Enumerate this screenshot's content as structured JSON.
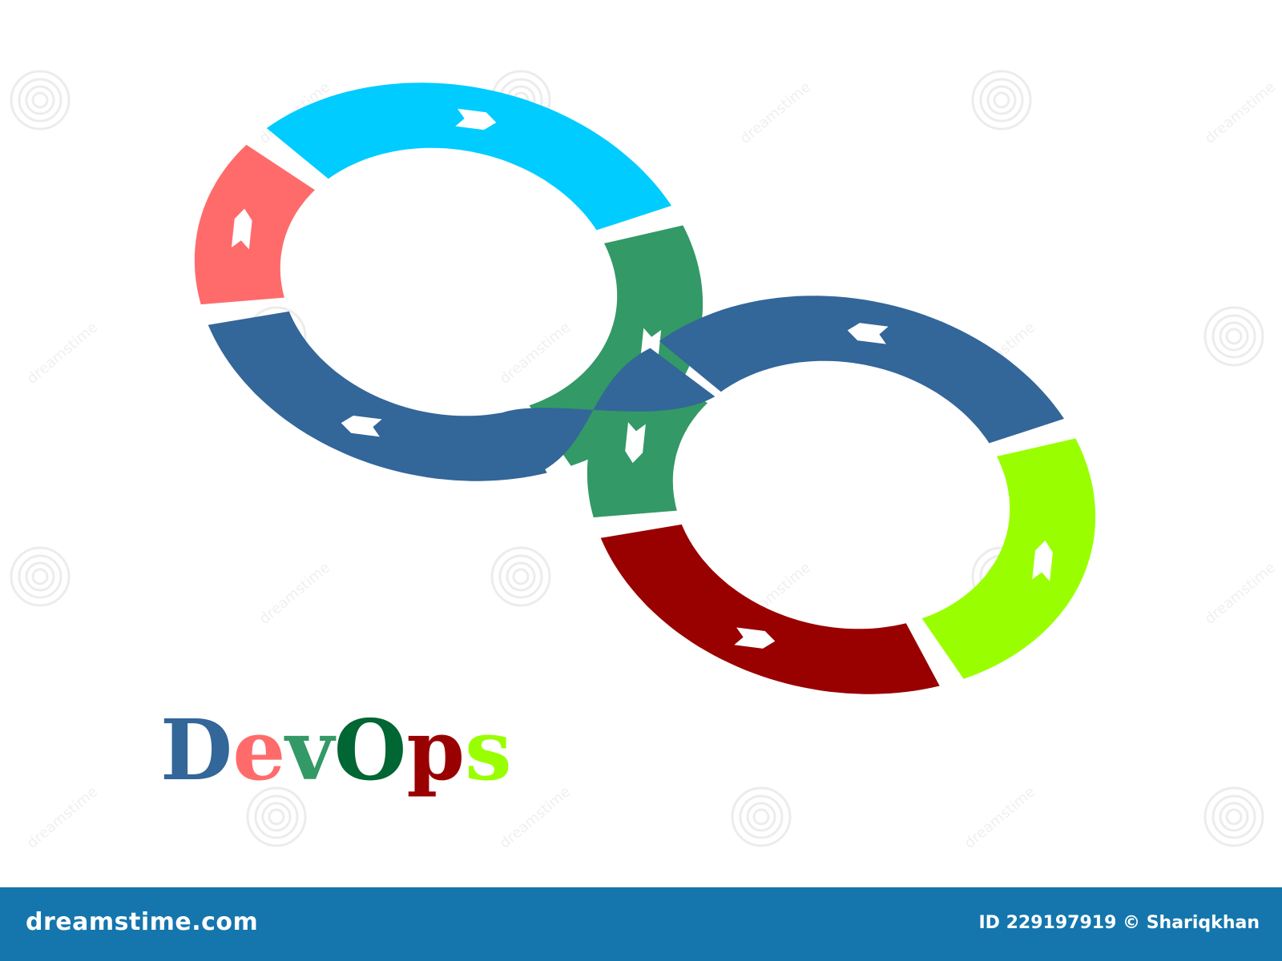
{
  "title": {
    "letters": [
      {
        "char": "D",
        "color": "#336699"
      },
      {
        "char": "e",
        "color": "#ff6b6b"
      },
      {
        "char": "v",
        "color": "#339966"
      },
      {
        "char": "O",
        "color": "#006633"
      },
      {
        "char": "p",
        "color": "#990000"
      },
      {
        "char": "s",
        "color": "#99ff00"
      }
    ]
  },
  "loop": {
    "left_ring": [
      {
        "name": "top",
        "color": "#00ccff",
        "arrow": "right"
      },
      {
        "name": "right",
        "color": "#339966",
        "arrow": "down"
      },
      {
        "name": "bottom",
        "color": "#336699",
        "arrow": "left"
      },
      {
        "name": "left",
        "color": "#ff6b6b",
        "arrow": "up"
      }
    ],
    "right_ring": [
      {
        "name": "top",
        "color": "#336699",
        "arrow": "left"
      },
      {
        "name": "right",
        "color": "#99ff00",
        "arrow": "up"
      },
      {
        "name": "bottom",
        "color": "#990000",
        "arrow": "right"
      },
      {
        "name": "left",
        "color": "#339966",
        "arrow": "down"
      }
    ]
  },
  "footer": {
    "brand": "dreamstime.com",
    "credit": "ID 229197919 © Shariqkhan",
    "background": "#1476ad"
  },
  "watermark": {
    "text": "dreamstime"
  }
}
